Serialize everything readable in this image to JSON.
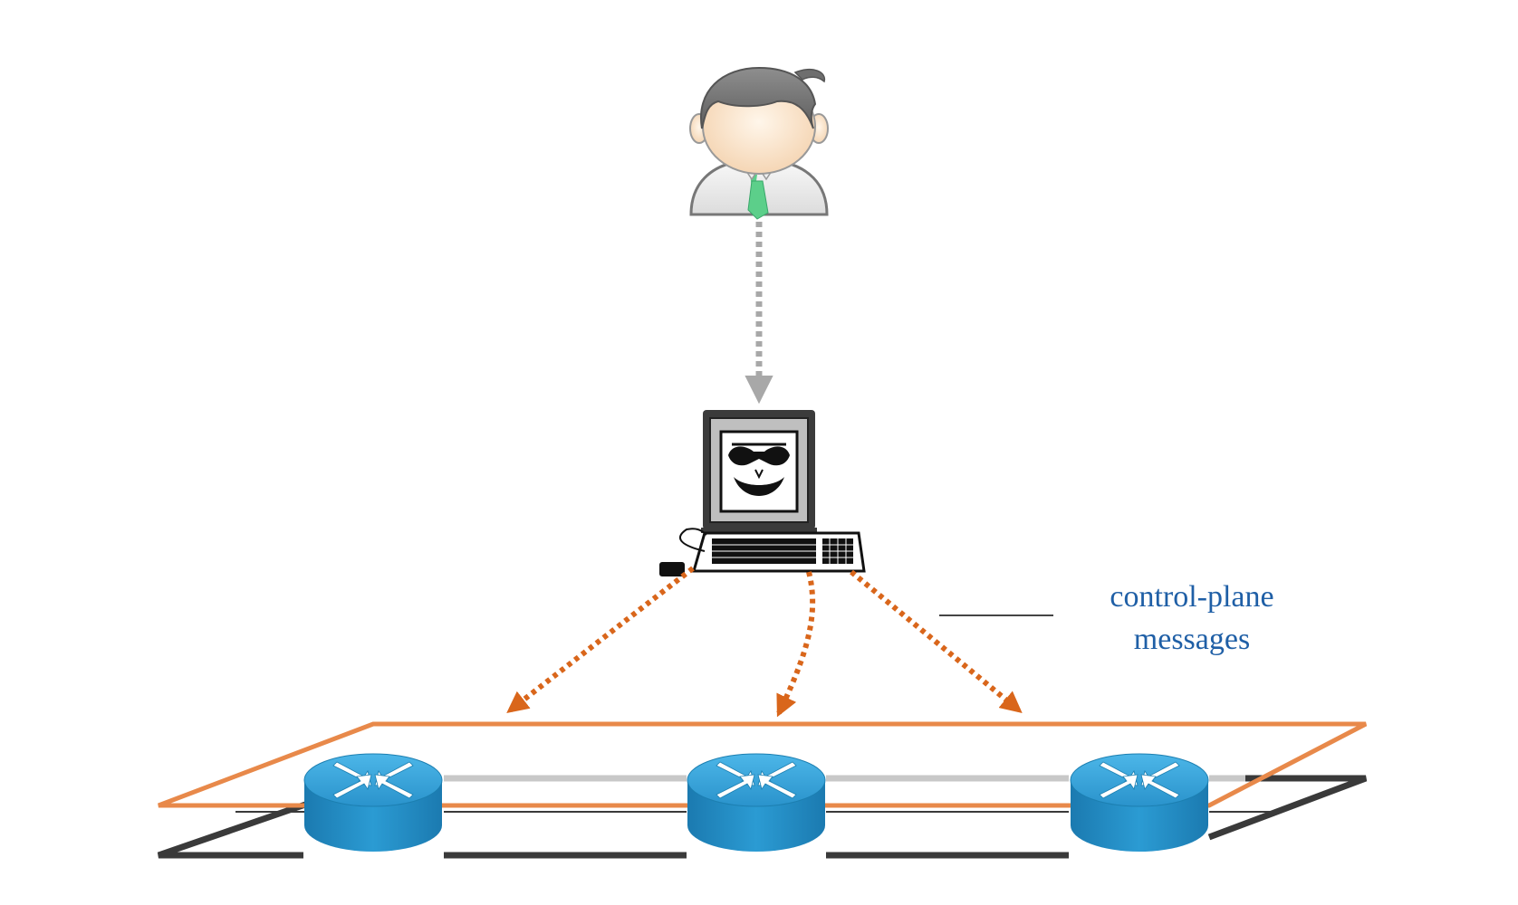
{
  "annotation": {
    "line1": "control-plane",
    "line2": "messages"
  },
  "colors": {
    "background": "#ffffff",
    "control_plane_orange": "#e8894a",
    "arrow_orange": "#d9661b",
    "user_arrow_gray": "#a8a8a8",
    "data_plane_dark": "#3a3a3a",
    "data_plane_light": "#c8c8c8",
    "router_blue": "#2b9bd3",
    "router_blue_dark": "#1c7fb1",
    "label_blue": "#1f5fa6",
    "user_tie": "#5ccf8a"
  },
  "icons": {
    "user": "user-icon",
    "attacker_computer": "hacker-computer-icon",
    "router": "router-icon"
  },
  "routers": [
    {
      "name": "router-left"
    },
    {
      "name": "router-middle"
    },
    {
      "name": "router-right"
    }
  ]
}
